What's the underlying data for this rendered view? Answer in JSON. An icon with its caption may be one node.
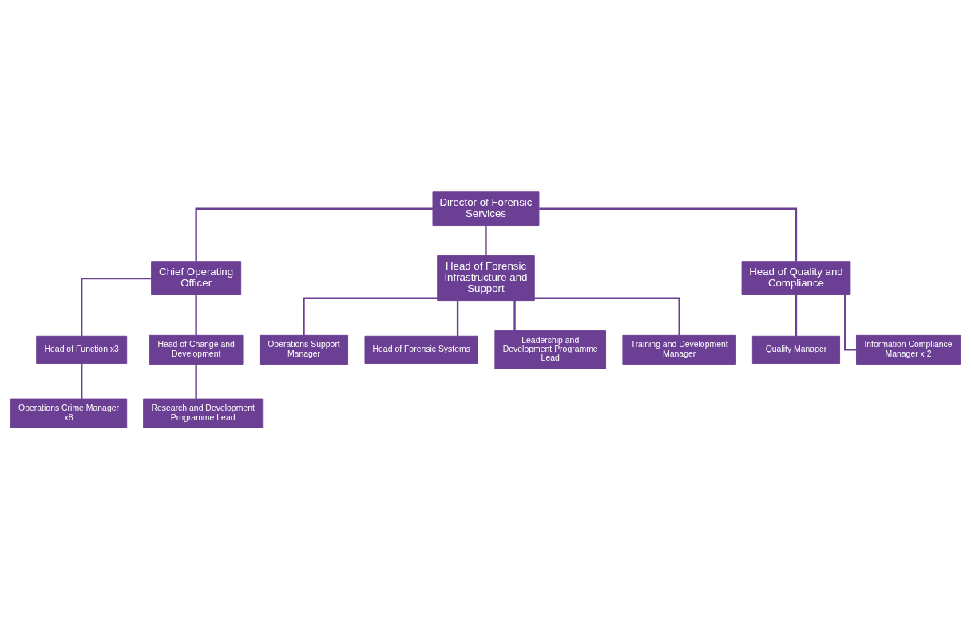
{
  "diagram": {
    "nodes": [
      {
        "text": [
          "Director of Forensic Services"
        ]
      },
      {
        "text": [
          "Chief Operating Officer"
        ]
      },
      {
        "text": [
          "Head of Forensic Infrastructure and Support"
        ]
      },
      {
        "text": [
          "Head of Quality and Compliance"
        ]
      },
      {
        "text": [
          "Head of Function x3"
        ]
      },
      {
        "text": [
          "Head of Change and Development"
        ]
      },
      {
        "text": [
          "Operations Crime Manager x8"
        ]
      },
      {
        "text": [
          "Research and Development Programme Lead"
        ]
      },
      {
        "text": [
          "Operations Support Manager"
        ]
      },
      {
        "text": [
          "Head of Forensic Systems"
        ]
      },
      {
        "text": [
          "Leadership and Development Programme Lead"
        ]
      },
      {
        "text": [
          "Training and Development Manager"
        ]
      },
      {
        "text": [
          "Quality Manager"
        ]
      },
      {
        "text": [
          "Information Compliance Manager x 2"
        ]
      }
    ],
    "edges": [
      {
        "from": 0,
        "to": 1,
        "arrow": "none"
      },
      {
        "from": 0,
        "to": 2,
        "arrow": "none"
      },
      {
        "from": 0,
        "to": 3,
        "arrow": "none"
      },
      {
        "from": 1,
        "to": 4,
        "arrow": "none"
      },
      {
        "from": 1,
        "to": 5,
        "arrow": "none"
      },
      {
        "from": 4,
        "to": 6,
        "arrow": "none"
      },
      {
        "from": 5,
        "to": 7,
        "arrow": "none"
      },
      {
        "from": 2,
        "to": 8,
        "arrow": "none"
      },
      {
        "from": 2,
        "to": 9,
        "arrow": "none"
      },
      {
        "from": 2,
        "to": 10,
        "arrow": "none"
      },
      {
        "from": 2,
        "to": 11,
        "arrow": "none"
      },
      {
        "from": 3,
        "to": 12,
        "arrow": "none"
      },
      {
        "from": 3,
        "to": 13,
        "arrow": "none"
      }
    ]
  }
}
